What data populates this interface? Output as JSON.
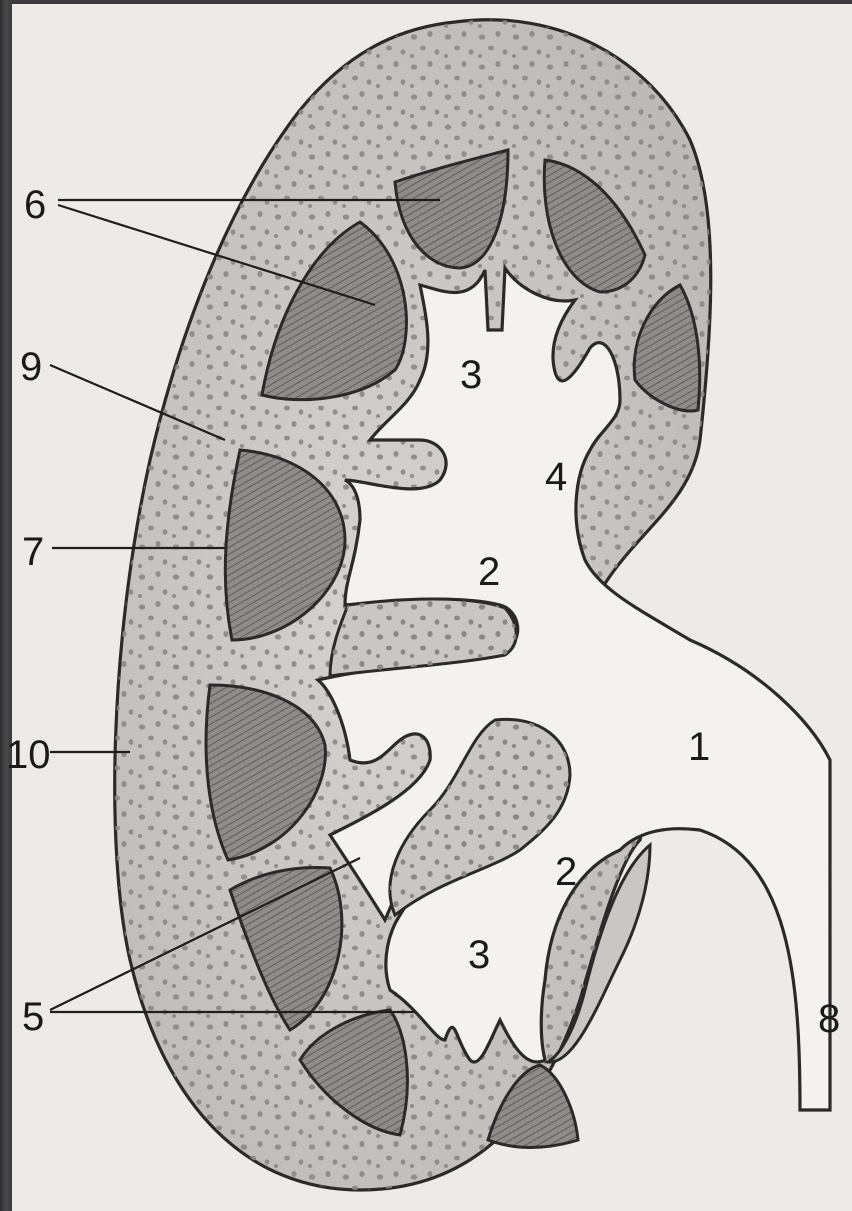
{
  "colors": {
    "frame": "#3a3a3c",
    "paper": "#ecebe7",
    "cortex_fill": "#c9c7c3",
    "dots": "#8a8886",
    "pyramid_fill": "#9a9896",
    "pyramid_dark": "#555353",
    "outline": "#2a2a2a",
    "pelvis_fill": "#f3f2ee"
  },
  "labels": {
    "l1": "1",
    "l2a": "2",
    "l2b": "2",
    "l3a": "3",
    "l3b": "3",
    "l4": "4",
    "l5": "5",
    "l6": "6",
    "l7": "7",
    "l8": "8",
    "l9": "9",
    "l10": "10"
  }
}
